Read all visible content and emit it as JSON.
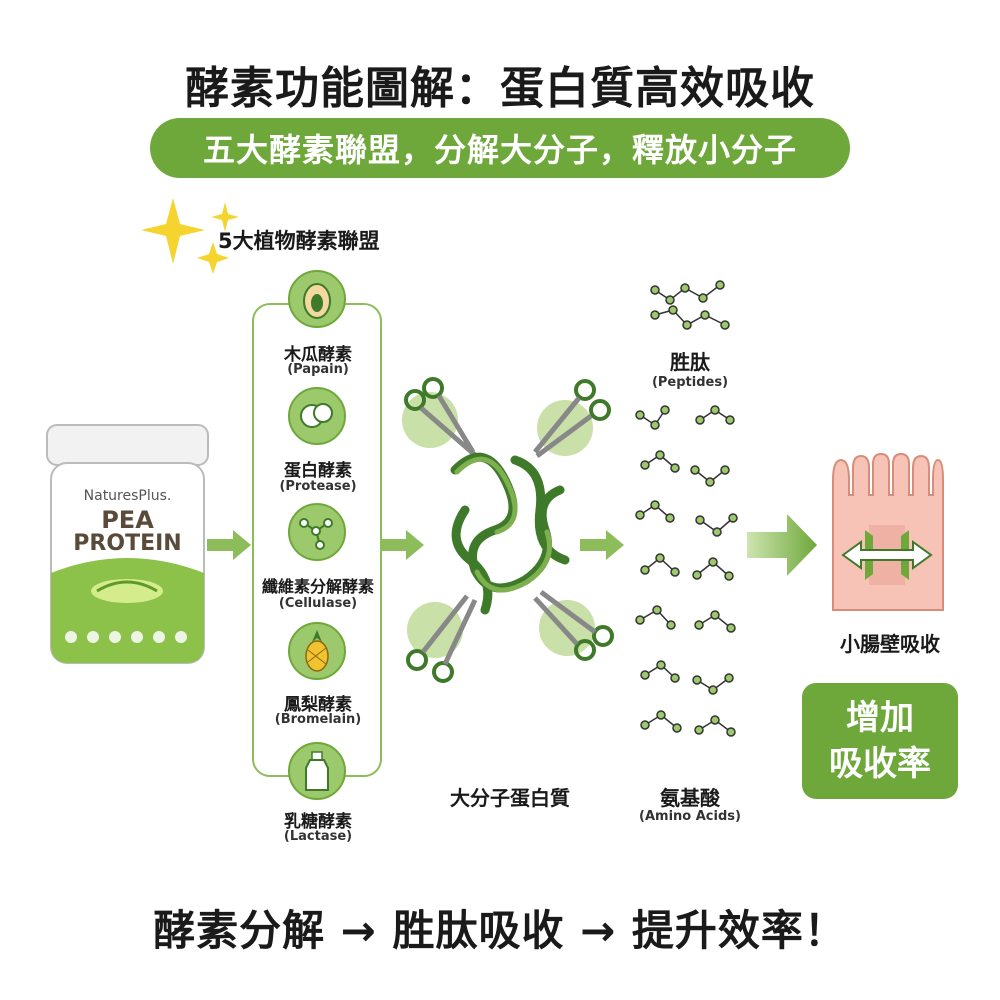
{
  "title": "酵素功能圖解：蛋白質高效吸收",
  "banner": "五大酵素聯盟，分解大分子，釋放小分子",
  "alliance_label": "5大植物酵素聯盟",
  "product": {
    "brand": "NaturesPlus.",
    "line1": "PEA",
    "line2": "PROTEIN"
  },
  "enzymes": [
    {
      "name": "木瓜酵素",
      "sub": "(Papain)",
      "icon": "papaya-icon"
    },
    {
      "name": "蛋白酵素",
      "sub": "(Protease)",
      "icon": "protein-icon"
    },
    {
      "name": "纖維素分解酵素",
      "sub": "(Cellulase)",
      "icon": "molecule-icon"
    },
    {
      "name": "鳳梨酵素",
      "sub": "(Bromelain)",
      "icon": "pineapple-icon"
    },
    {
      "name": "乳糖酵素",
      "sub": "(Lactase)",
      "icon": "milk-bottle-icon"
    }
  ],
  "macro_label": "大分子蛋白質",
  "peptide": {
    "name": "胜肽",
    "sub": "(Peptides)"
  },
  "amino": {
    "name": "氨基酸",
    "sub": "(Amino Acids)"
  },
  "intestine_label": "小腸壁吸收",
  "boost": {
    "line1": "增加",
    "line2": "吸收率"
  },
  "footer": "酵素分解 → 胜肽吸收 → 提升效率！",
  "colors": {
    "accent": "#6fa83a",
    "light": "#9bc96b",
    "dark": "#3f7a2a",
    "intestine": "#f4b7a8"
  }
}
